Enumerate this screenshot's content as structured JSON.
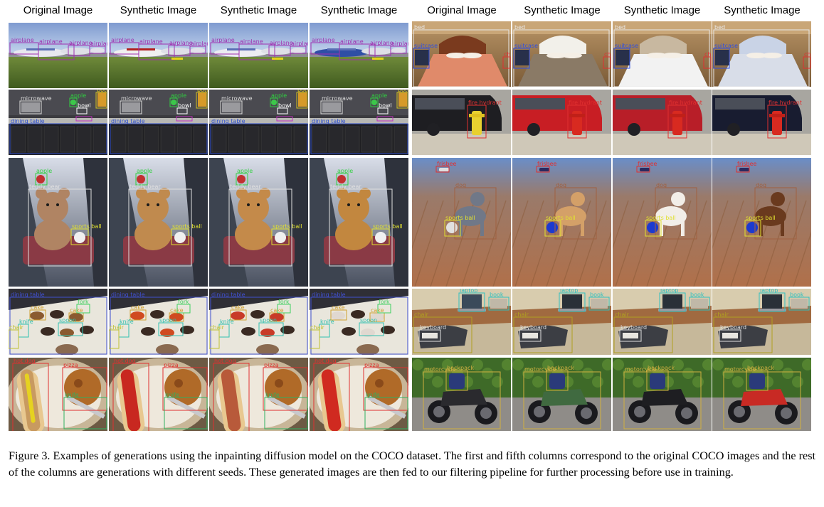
{
  "headers": {
    "left": [
      "Original Image",
      "Synthetic Image",
      "Synthetic Image",
      "Synthetic Image"
    ],
    "right": [
      "Original Image",
      "Synthetic Image",
      "Synthetic Image",
      "Synthetic Image"
    ]
  },
  "scenes": [
    {
      "id": "airplanes",
      "labels": [
        "airplane",
        "airplane",
        "airplane",
        "airplane"
      ]
    },
    {
      "id": "kitchen",
      "labels": [
        "microwave",
        "apple",
        "bowl",
        "dining table",
        "bottle"
      ]
    },
    {
      "id": "teddy",
      "labels": [
        "apple",
        "teddy bear",
        "sports ball"
      ]
    },
    {
      "id": "cake-table",
      "labels": [
        "dining table",
        "cake",
        "knife",
        "spoon",
        "fork",
        "chair"
      ]
    },
    {
      "id": "hotdog",
      "labels": [
        "hot dog",
        "pizza",
        "knife"
      ]
    },
    {
      "id": "bedroom",
      "labels": [
        "bed",
        "suitcase",
        "chair"
      ]
    },
    {
      "id": "hydrant",
      "labels": [
        "fire hydrant",
        "car"
      ]
    },
    {
      "id": "dog",
      "labels": [
        "frisbee",
        "dog",
        "sports ball"
      ]
    },
    {
      "id": "desk",
      "labels": [
        "laptop",
        "book",
        "chair",
        "keyboard"
      ]
    },
    {
      "id": "motorcycle",
      "labels": [
        "motorcycle",
        "backpack"
      ]
    }
  ],
  "caption": "Figure 3. Examples of generations using the inpainting diffusion model on the COCO dataset. The first and fifth columns correspond to the original COCO images and the rest of the columns are generations with different seeds. These generated images are then fed to our filtering pipeline for further processing before use in training."
}
